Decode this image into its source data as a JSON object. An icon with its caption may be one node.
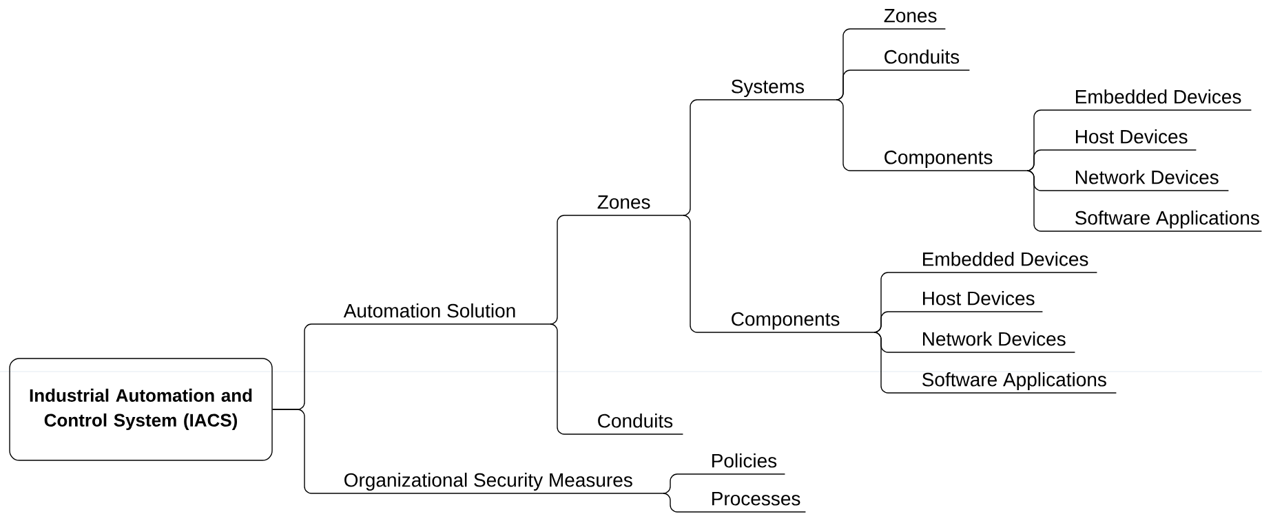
{
  "diagram": {
    "nodes": [
      {
        "text": [
          "Industrial Automation and Control System (IACS)"
        ]
      },
      {
        "text": [
          "Automation Solution"
        ]
      },
      {
        "text": [
          "Zones"
        ]
      },
      {
        "text": [
          "Systems"
        ]
      },
      {
        "text": [
          "Zones"
        ]
      },
      {
        "text": [
          "Conduits"
        ]
      },
      {
        "text": [
          "Components"
        ]
      },
      {
        "text": [
          "Embedded Devices"
        ]
      },
      {
        "text": [
          "Host Devices"
        ]
      },
      {
        "text": [
          "Network Devices"
        ]
      },
      {
        "text": [
          "Software Applications"
        ]
      },
      {
        "text": [
          "Components"
        ]
      },
      {
        "text": [
          "Embedded Devices"
        ]
      },
      {
        "text": [
          "Host Devices"
        ]
      },
      {
        "text": [
          "Network Devices"
        ]
      },
      {
        "text": [
          "Software Applications"
        ]
      },
      {
        "text": [
          "Conduits"
        ]
      },
      {
        "text": [
          "Organizational Security Measures"
        ]
      },
      {
        "text": [
          "Policies"
        ]
      },
      {
        "text": [
          "Processes"
        ]
      }
    ],
    "edges": [
      {
        "from": 0,
        "to": 1,
        "arrow": "none"
      },
      {
        "from": 1,
        "to": 2,
        "arrow": "none"
      },
      {
        "from": 2,
        "to": 3,
        "arrow": "none"
      },
      {
        "from": 3,
        "to": 4,
        "arrow": "none"
      },
      {
        "from": 3,
        "to": 5,
        "arrow": "none"
      },
      {
        "from": 3,
        "to": 6,
        "arrow": "none"
      },
      {
        "from": 6,
        "to": 7,
        "arrow": "none"
      },
      {
        "from": 6,
        "to": 8,
        "arrow": "none"
      },
      {
        "from": 6,
        "to": 9,
        "arrow": "none"
      },
      {
        "from": 6,
        "to": 10,
        "arrow": "none"
      },
      {
        "from": 2,
        "to": 11,
        "arrow": "none"
      },
      {
        "from": 11,
        "to": 12,
        "arrow": "none"
      },
      {
        "from": 11,
        "to": 13,
        "arrow": "none"
      },
      {
        "from": 11,
        "to": 14,
        "arrow": "none"
      },
      {
        "from": 11,
        "to": 15,
        "arrow": "none"
      },
      {
        "from": 1,
        "to": 16,
        "arrow": "none"
      },
      {
        "from": 0,
        "to": 17,
        "arrow": "none"
      },
      {
        "from": 17,
        "to": 18,
        "arrow": "none"
      },
      {
        "from": 17,
        "to": 19,
        "arrow": "none"
      }
    ]
  }
}
